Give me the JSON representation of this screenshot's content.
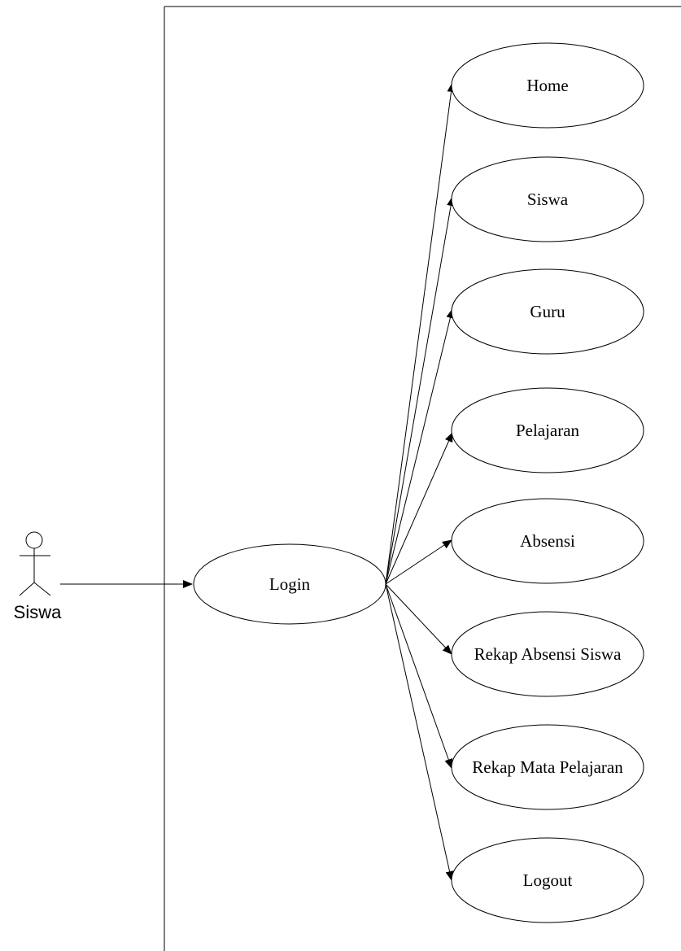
{
  "actor": {
    "name": "Siswa"
  },
  "use_cases": {
    "login": "Login",
    "items": [
      "Home",
      "Siswa",
      "Guru",
      "Pelajaran",
      "Absensi",
      "Rekap Absensi Siswa",
      "Rekap Mata Pelajaran",
      "Logout"
    ]
  },
  "colors": {
    "stroke": "#000000",
    "background": "#ffffff"
  }
}
